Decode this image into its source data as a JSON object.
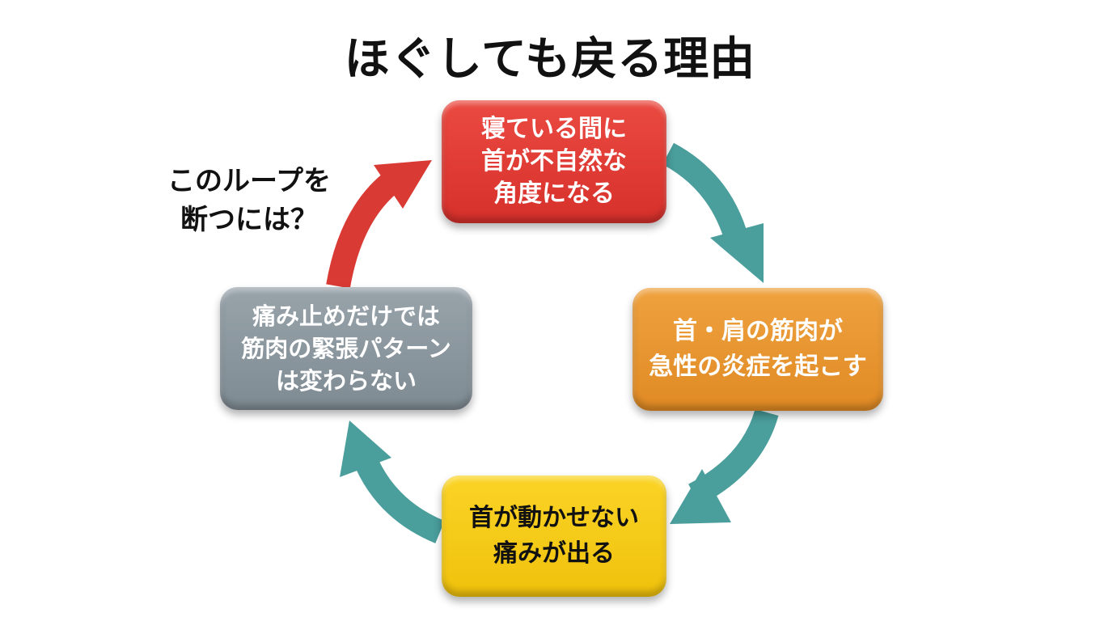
{
  "title": "ほぐしても戻る理由",
  "cycle": {
    "steps": [
      {
        "text": "寝ている間に\n首が不自然な\n角度になる",
        "color": "#e03b35"
      },
      {
        "text": "首・肩の筋肉が\n急性の炎症を起こす",
        "color": "#e8942f"
      },
      {
        "text": "首が動かせない\n痛みが出る",
        "color": "#f6c915"
      },
      {
        "text": "痛み止めだけでは\n筋肉の緊張パターン\nは変わらない",
        "color": "#8c979e"
      }
    ]
  },
  "side_note": "このループを\n断つには？",
  "colors": {
    "teal_arrow": "#4a9e9c",
    "red_arrow": "#d93a33"
  }
}
